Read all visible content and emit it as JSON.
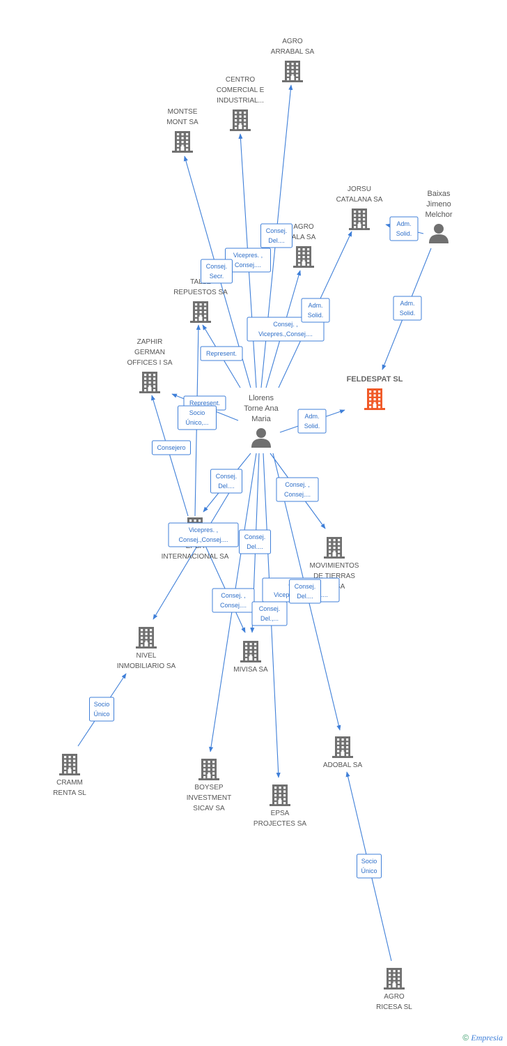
{
  "colors": {
    "edge": "#3f7fd8",
    "building": "#707070",
    "focus": "#f05a28",
    "person": "#707070"
  },
  "nodes": [
    {
      "id": "agro_arrabal",
      "type": "company",
      "lines": [
        "AGRO",
        "ARRABAL SA"
      ]
    },
    {
      "id": "centro_comercial",
      "type": "company",
      "lines": [
        "CENTRO",
        "COMERCIAL E",
        "INDUSTRIAL..."
      ]
    },
    {
      "id": "montse_mont",
      "type": "company",
      "lines": [
        "MONTSE",
        "MONT SA"
      ]
    },
    {
      "id": "jorsu",
      "type": "company",
      "lines": [
        "JORSU",
        "CATALANA SA"
      ]
    },
    {
      "id": "baixas",
      "type": "person",
      "lines": [
        "Baixas",
        "Jimeno",
        "Melchor"
      ]
    },
    {
      "id": "agro_ala",
      "type": "company",
      "lines": [
        "AGRO",
        "ALA SA"
      ]
    },
    {
      "id": "talleres",
      "type": "company",
      "lines": [
        "TALLE",
        "REPUESTOS SA"
      ]
    },
    {
      "id": "zaphir",
      "type": "company",
      "lines": [
        "ZAPHIR",
        "GERMAN",
        "OFFICES I SA"
      ]
    },
    {
      "id": "feldespat",
      "type": "focus",
      "lines": [
        "FELDESPAT SL"
      ]
    },
    {
      "id": "llorens",
      "type": "person",
      "lines": [
        "Llorens",
        "Torne Ana",
        "Maria"
      ]
    },
    {
      "id": "epsa_int",
      "type": "company",
      "lines": [
        "EPSA",
        "INTERNACIONAL SA"
      ]
    },
    {
      "id": "movimientos",
      "type": "company",
      "lines": [
        "MOVIMIENTOS",
        "DE TIERRAS",
        "OS SA"
      ]
    },
    {
      "id": "mivisa",
      "type": "company",
      "lines": [
        "MIVISA SA"
      ]
    },
    {
      "id": "nivel",
      "type": "company",
      "lines": [
        "NIVEL",
        "INMOBILIARIO SA"
      ]
    },
    {
      "id": "cramm",
      "type": "company",
      "lines": [
        "CRAMM",
        "RENTA SL"
      ]
    },
    {
      "id": "boysep",
      "type": "company",
      "lines": [
        "BOYSEP",
        "INVESTMENT",
        "SICAV SA"
      ]
    },
    {
      "id": "epsa_proj",
      "type": "company",
      "lines": [
        "EPSA",
        "PROJECTES SA"
      ]
    },
    {
      "id": "adobal",
      "type": "company",
      "lines": [
        "ADOBAL SA"
      ]
    },
    {
      "id": "agro_ricesa",
      "type": "company",
      "lines": [
        "AGRO",
        "RICESA SL"
      ]
    }
  ],
  "edges": [
    {
      "from": "llorens",
      "to": "agro_arrabal",
      "lines": [
        "Consej.",
        "Del...."
      ]
    },
    {
      "from": "llorens",
      "to": "centro_comercial",
      "lines": [
        "Vicepres. ,",
        "Consej...."
      ]
    },
    {
      "from": "llorens",
      "to": "montse_mont",
      "lines": [
        "Consej.",
        "Secr."
      ]
    },
    {
      "from": "llorens",
      "to": "agro_ala",
      "lines": [
        "Consej. ,",
        "Vicepres.,Consej...."
      ]
    },
    {
      "from": "llorens",
      "to": "jorsu",
      "lines": [
        "Adm.",
        "Solid."
      ]
    },
    {
      "from": "baixas",
      "to": "jorsu",
      "lines": [
        "Adm.",
        "Solid."
      ]
    },
    {
      "from": "baixas",
      "to": "feldespat",
      "lines": [
        "Adm.",
        "Solid."
      ]
    },
    {
      "from": "llorens",
      "to": "feldespat",
      "lines": [
        "Adm.",
        "Solid."
      ]
    },
    {
      "from": "llorens",
      "to": "talleres",
      "lines": [
        "Represent."
      ]
    },
    {
      "from": "llorens",
      "to": "zaphir",
      "lines": [
        "Represent."
      ]
    },
    {
      "from": "epsa_int",
      "to": "talleres",
      "lines": [
        "Socio",
        "Único,..."
      ]
    },
    {
      "from": "epsa_int",
      "to": "zaphir",
      "lines": [
        "Consejero"
      ]
    },
    {
      "from": "llorens",
      "to": "epsa_int",
      "lines": [
        "Consej.",
        "Del...."
      ]
    },
    {
      "from": "llorens",
      "to": "movimientos",
      "lines": [
        "Consej. ,",
        "Consej...."
      ]
    },
    {
      "from": "epsa_int",
      "to": "mivisa",
      "lines": [
        "Vicepres. ,",
        "Consej.,Consej...."
      ]
    },
    {
      "from": "llorens",
      "to": "mivisa",
      "lines": [
        "Consej.",
        "Del...."
      ]
    },
    {
      "from": "epsa_int",
      "to": "nivel",
      "lines": [
        "Consej. ,",
        "Consej...."
      ]
    },
    {
      "from": "llorens",
      "to": "boysep",
      "lines": [
        "Consej. ,",
        "Vicepres.,Consej...."
      ]
    },
    {
      "from": "llorens",
      "to": "epsa_proj",
      "lines": [
        "Consej.",
        "Del.,..."
      ]
    },
    {
      "from": "llorens",
      "to": "adobal",
      "lines": [
        "Consej.",
        "Del...."
      ]
    },
    {
      "from": "cramm",
      "to": "nivel",
      "lines": [
        "Socio",
        "Único"
      ]
    },
    {
      "from": "agro_ricesa",
      "to": "adobal",
      "lines": [
        "Socio",
        "Único"
      ]
    }
  ],
  "watermark": {
    "symbol": "©",
    "brand": "mpresia",
    "initial": "E"
  }
}
